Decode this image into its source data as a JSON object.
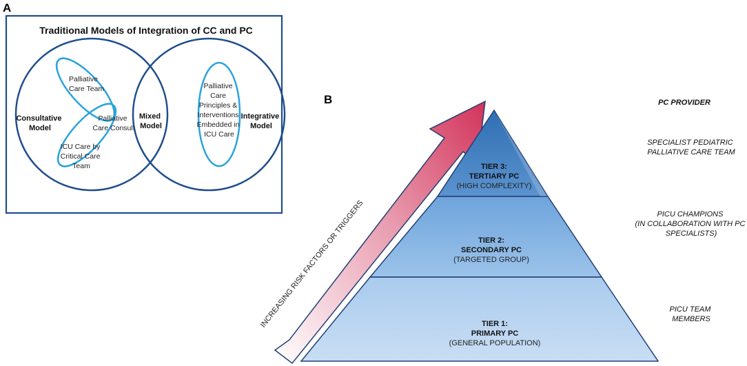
{
  "panel_a": {
    "label": "A",
    "title": "Traditional Models of Integration of CC and PC",
    "models": {
      "consultative": [
        "Consultative",
        "Model"
      ],
      "mixed": [
        "Mixed",
        "Model"
      ],
      "integrative": [
        "Integrative",
        "Model"
      ]
    },
    "ellipses": {
      "palliative_team": [
        "Palliative",
        "Care Team"
      ],
      "palliative_consult": [
        "Palliative",
        "Care Consult"
      ],
      "icu_care": [
        "ICU Care by",
        "Critical Care",
        "Team"
      ],
      "embedded": [
        "Palliative",
        "Care",
        "Principles &",
        "Interventions",
        "Embedded in",
        "ICU Care"
      ]
    },
    "colors": {
      "outer": "#1f4e8c",
      "inner": "#29a3dc"
    }
  },
  "panel_b": {
    "label": "B",
    "arrow_label": "INCREASING RISK FACTORS OR TRIGGERS",
    "tiers": [
      {
        "name": "TIER 3:",
        "level": "TERTIARY PC",
        "desc": "(HIGH COMPLEXITY)"
      },
      {
        "name": "TIER 2:",
        "level": "SECONDARY PC",
        "desc": "(TARGETED GROUP)"
      },
      {
        "name": "TIER 1:",
        "level": "PRIMARY PC",
        "desc": "(GENERAL POPULATION)"
      }
    ],
    "provider_header": "PC PROVIDER",
    "providers": [
      [
        "SPECIALIST PEDIATRIC",
        "PALLIATIVE CARE TEAM"
      ],
      [
        "PICU CHAMPIONS",
        "(IN COLLABORATION WITH PC",
        "SPECIALISTS)"
      ],
      [
        "PICU TEAM",
        "MEMBERS"
      ]
    ],
    "colors": {
      "tier3": "#3f7fc0",
      "tier2": "#7aaee0",
      "tier1": "#b5d3f0",
      "arrow": "#d2335a"
    }
  }
}
